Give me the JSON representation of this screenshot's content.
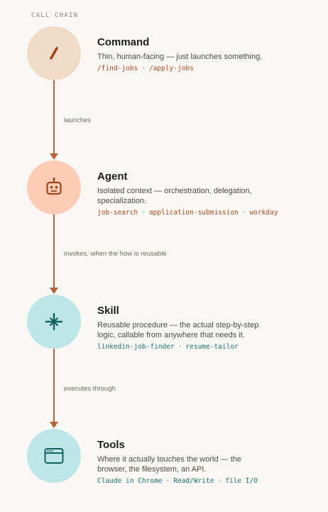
{
  "eyebrow": "CALL CHAIN",
  "colors": {
    "line": "#b5623a",
    "warm_tag": "#a34a1e",
    "teal_tag": "#1d6e6e"
  },
  "nodes": [
    {
      "title": "Command",
      "icon": "slash-icon",
      "desc": [
        "Thin, human-facing — just launches something."
      ],
      "tags": [
        "/find-jobs",
        "/apply-jobs"
      ],
      "separator": "·"
    },
    {
      "title": "Agent",
      "icon": "robot-icon",
      "desc": [
        "Isolated context — orchestration, delegation,",
        "specialization."
      ],
      "tags": [
        "job-search",
        "application-submission",
        "workday"
      ],
      "separator": "·"
    },
    {
      "title": "Skill",
      "icon": "sparkle-icon",
      "desc": [
        "Reusable procedure — the actual step-by-step",
        "logic, callable from anywhere that needs it."
      ],
      "tags": [
        "linkedin-job-finder",
        "resume-tailor"
      ],
      "separator": "·"
    },
    {
      "title": "Tools",
      "icon": "browser-window-icon",
      "desc": [
        "Where it actually touches the world — the",
        "browser, the filesystem, an API."
      ],
      "tags": [
        "Claude in Chrome",
        "Read/Write",
        "file I/O"
      ],
      "separator": "·"
    }
  ],
  "connectors": [
    {
      "label": "launches"
    },
    {
      "label": "invokes, when the how is reusable"
    },
    {
      "label": "executes through"
    }
  ]
}
